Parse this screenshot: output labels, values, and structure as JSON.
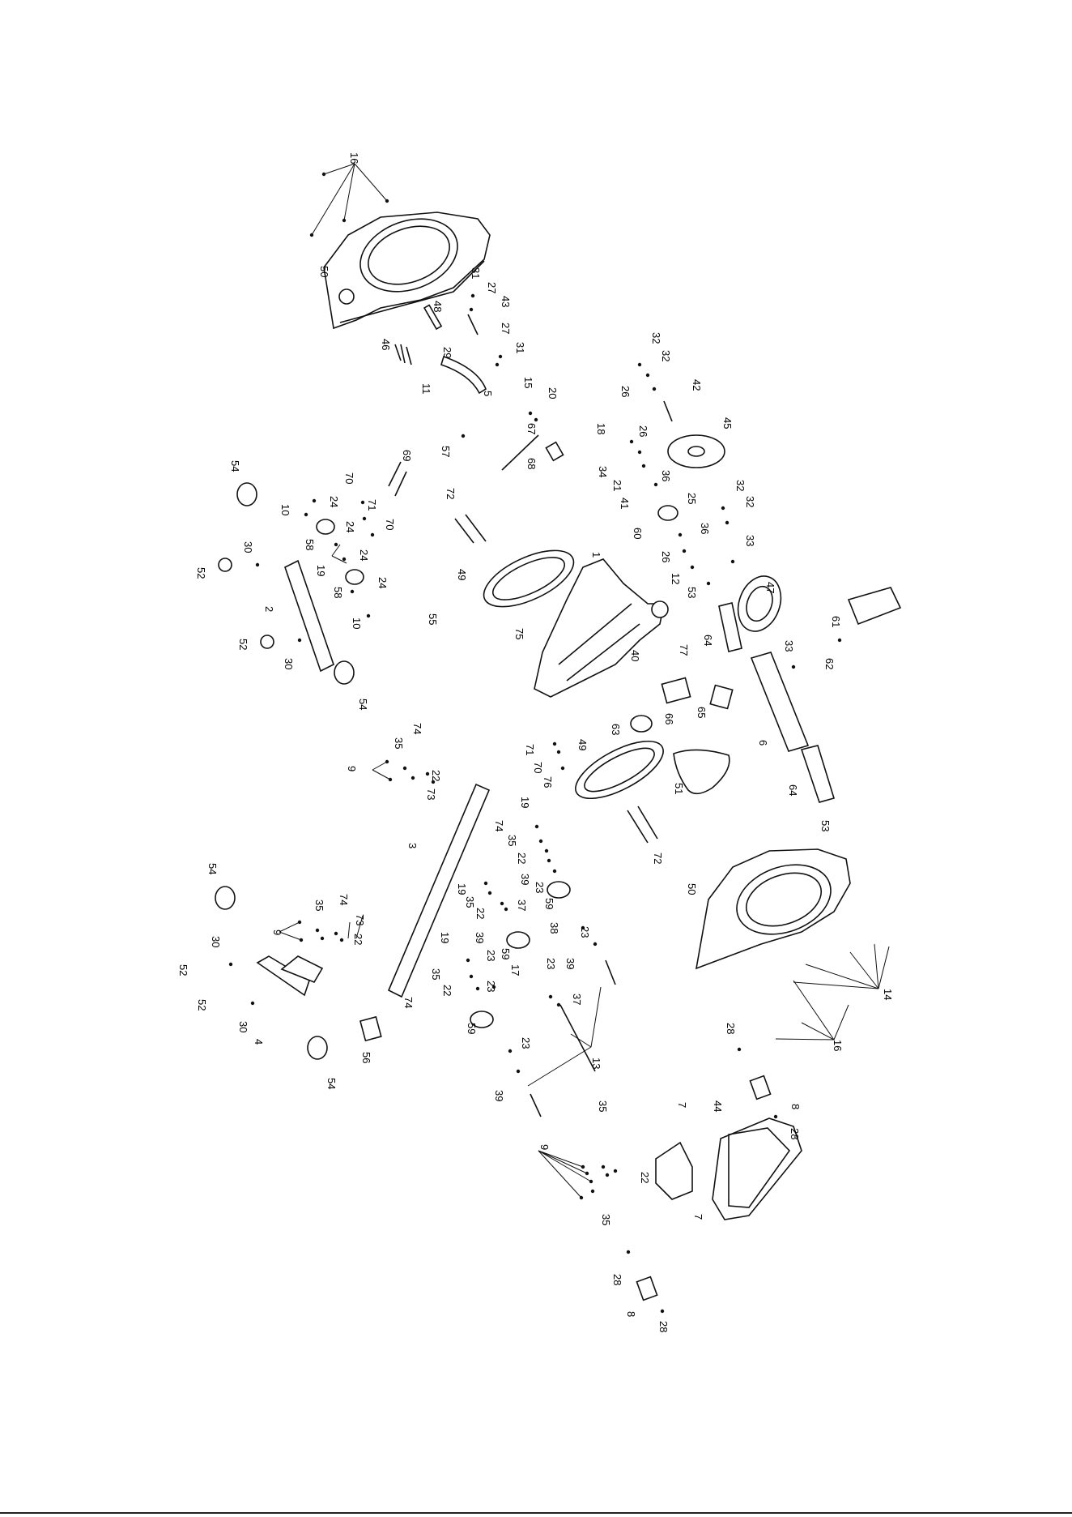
{
  "diagram": {
    "type": "exploded-view-parts-diagram",
    "label_rotation_deg": 90,
    "callouts": [
      {
        "id": "c16a",
        "num": "16"
      },
      {
        "id": "c50a",
        "num": "50"
      },
      {
        "id": "c31a",
        "num": "31"
      },
      {
        "id": "c27a",
        "num": "27"
      },
      {
        "id": "c43",
        "num": "43"
      },
      {
        "id": "c48",
        "num": "48"
      },
      {
        "id": "c27b",
        "num": "27"
      },
      {
        "id": "c31b",
        "num": "31"
      },
      {
        "id": "c46",
        "num": "46"
      },
      {
        "id": "c29",
        "num": "29"
      },
      {
        "id": "c5",
        "num": "5"
      },
      {
        "id": "c11",
        "num": "11"
      },
      {
        "id": "c15",
        "num": "15"
      },
      {
        "id": "c20",
        "num": "20"
      },
      {
        "id": "c67",
        "num": "67"
      },
      {
        "id": "c68",
        "num": "68"
      },
      {
        "id": "c57",
        "num": "57"
      },
      {
        "id": "c32a",
        "num": "32"
      },
      {
        "id": "c32b",
        "num": "32"
      },
      {
        "id": "c26a",
        "num": "26"
      },
      {
        "id": "c42",
        "num": "42"
      },
      {
        "id": "c45",
        "num": "45"
      },
      {
        "id": "c18",
        "num": "18"
      },
      {
        "id": "c26b",
        "num": "26"
      },
      {
        "id": "c34",
        "num": "34"
      },
      {
        "id": "c21",
        "num": "21"
      },
      {
        "id": "c36a",
        "num": "36"
      },
      {
        "id": "c41",
        "num": "41"
      },
      {
        "id": "c25",
        "num": "25"
      },
      {
        "id": "c60",
        "num": "60"
      },
      {
        "id": "c32c",
        "num": "32"
      },
      {
        "id": "c32d",
        "num": "32"
      },
      {
        "id": "c36b",
        "num": "36"
      },
      {
        "id": "c26c",
        "num": "26"
      },
      {
        "id": "c33a",
        "num": "33"
      },
      {
        "id": "c12",
        "num": "12"
      },
      {
        "id": "c53a",
        "num": "53"
      },
      {
        "id": "c47",
        "num": "47"
      },
      {
        "id": "c61",
        "num": "61"
      },
      {
        "id": "c62",
        "num": "62"
      },
      {
        "id": "c33b",
        "num": "33"
      },
      {
        "id": "c54a",
        "num": "54"
      },
      {
        "id": "c69",
        "num": "69"
      },
      {
        "id": "c70a",
        "num": "70"
      },
      {
        "id": "c10a",
        "num": "10"
      },
      {
        "id": "c24a",
        "num": "24"
      },
      {
        "id": "c71a",
        "num": "71"
      },
      {
        "id": "c70b",
        "num": "70"
      },
      {
        "id": "c24b",
        "num": "24"
      },
      {
        "id": "c58a",
        "num": "58"
      },
      {
        "id": "c19a",
        "num": "19"
      },
      {
        "id": "c24c",
        "num": "24"
      },
      {
        "id": "c58b",
        "num": "58"
      },
      {
        "id": "c24d",
        "num": "24"
      },
      {
        "id": "c30a",
        "num": "30"
      },
      {
        "id": "c52a",
        "num": "52"
      },
      {
        "id": "c2",
        "num": "2"
      },
      {
        "id": "c10b",
        "num": "10"
      },
      {
        "id": "c52b",
        "num": "52"
      },
      {
        "id": "c30b",
        "num": "30"
      },
      {
        "id": "c54b",
        "num": "54"
      },
      {
        "id": "c72a",
        "num": "72"
      },
      {
        "id": "c49a",
        "num": "49"
      },
      {
        "id": "c1",
        "num": "1"
      },
      {
        "id": "c55",
        "num": "55"
      },
      {
        "id": "c75",
        "num": "75"
      },
      {
        "id": "c40",
        "num": "40"
      },
      {
        "id": "c77",
        "num": "77"
      },
      {
        "id": "c64a",
        "num": "64"
      },
      {
        "id": "c63",
        "num": "63"
      },
      {
        "id": "c66",
        "num": "66"
      },
      {
        "id": "c65",
        "num": "65"
      },
      {
        "id": "c6",
        "num": "6"
      },
      {
        "id": "c64b",
        "num": "64"
      },
      {
        "id": "c53b",
        "num": "53"
      },
      {
        "id": "c74a",
        "num": "74"
      },
      {
        "id": "c35a",
        "num": "35"
      },
      {
        "id": "c9a",
        "num": "9"
      },
      {
        "id": "c22a",
        "num": "22"
      },
      {
        "id": "c73a",
        "num": "73"
      },
      {
        "id": "c71b",
        "num": "71"
      },
      {
        "id": "c70c",
        "num": "70"
      },
      {
        "id": "c76",
        "num": "76"
      },
      {
        "id": "c49b",
        "num": "49"
      },
      {
        "id": "c51",
        "num": "51"
      },
      {
        "id": "c72b",
        "num": "72"
      },
      {
        "id": "c19b",
        "num": "19"
      },
      {
        "id": "c74b",
        "num": "74"
      },
      {
        "id": "c35b",
        "num": "35"
      },
      {
        "id": "c22b",
        "num": "22"
      },
      {
        "id": "c3",
        "num": "3"
      },
      {
        "id": "c39a",
        "num": "39"
      },
      {
        "id": "c23a",
        "num": "23"
      },
      {
        "id": "c59a",
        "num": "59"
      },
      {
        "id": "c19c",
        "num": "19"
      },
      {
        "id": "c35c",
        "num": "35"
      },
      {
        "id": "c22c",
        "num": "22"
      },
      {
        "id": "c37a",
        "num": "37"
      },
      {
        "id": "c38",
        "num": "38"
      },
      {
        "id": "c50b",
        "num": "50"
      },
      {
        "id": "c54c",
        "num": "54"
      },
      {
        "id": "c74c",
        "num": "74"
      },
      {
        "id": "c35d",
        "num": "35"
      },
      {
        "id": "c9b",
        "num": "9"
      },
      {
        "id": "c22d",
        "num": "22"
      },
      {
        "id": "c73b",
        "num": "73"
      },
      {
        "id": "c39b",
        "num": "39"
      },
      {
        "id": "c23b",
        "num": "23"
      },
      {
        "id": "c59b",
        "num": "59"
      },
      {
        "id": "c17",
        "num": "17"
      },
      {
        "id": "c23c",
        "num": "23"
      },
      {
        "id": "c23d",
        "num": "23"
      },
      {
        "id": "c39c",
        "num": "39"
      },
      {
        "id": "c30c",
        "num": "30"
      },
      {
        "id": "c52c",
        "num": "52"
      },
      {
        "id": "c19d",
        "num": "19"
      },
      {
        "id": "c35e",
        "num": "35"
      },
      {
        "id": "c22e",
        "num": "22"
      },
      {
        "id": "c23e",
        "num": "23"
      },
      {
        "id": "c37b",
        "num": "37"
      },
      {
        "id": "c14",
        "num": "14"
      },
      {
        "id": "c52d",
        "num": "52"
      },
      {
        "id": "c30d",
        "num": "30"
      },
      {
        "id": "c4",
        "num": "4"
      },
      {
        "id": "c74d",
        "num": "74"
      },
      {
        "id": "c59c",
        "num": "59"
      },
      {
        "id": "c16b",
        "num": "16"
      },
      {
        "id": "c56",
        "num": "56"
      },
      {
        "id": "c54d",
        "num": "54"
      },
      {
        "id": "c23f",
        "num": "23"
      },
      {
        "id": "c13",
        "num": "13"
      },
      {
        "id": "c28a",
        "num": "28"
      },
      {
        "id": "c39d",
        "num": "39"
      },
      {
        "id": "c8a",
        "num": "8"
      },
      {
        "id": "c28b",
        "num": "28"
      },
      {
        "id": "c35f",
        "num": "35"
      },
      {
        "id": "c7a",
        "num": "7"
      },
      {
        "id": "c44",
        "num": "44"
      },
      {
        "id": "c9c",
        "num": "9"
      },
      {
        "id": "c22f",
        "num": "22"
      },
      {
        "id": "c35g",
        "num": "35"
      },
      {
        "id": "c7b",
        "num": "7"
      },
      {
        "id": "c28c",
        "num": "28"
      },
      {
        "id": "c8b",
        "num": "8"
      },
      {
        "id": "c28d",
        "num": "28"
      }
    ]
  }
}
